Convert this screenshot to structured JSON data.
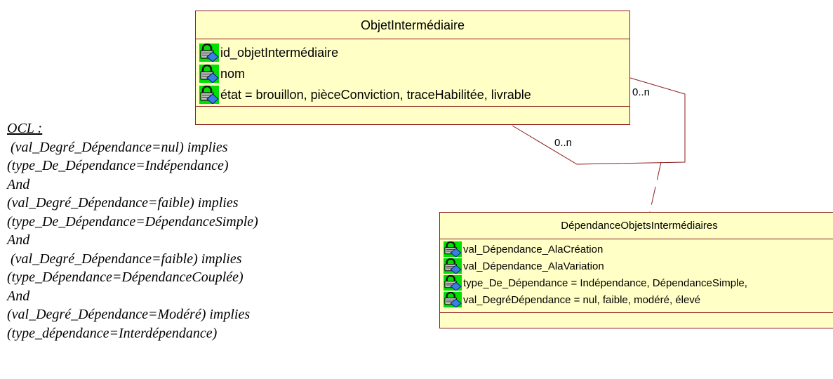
{
  "class_objet": {
    "name": "ObjetIntermédiaire",
    "attributes": [
      {
        "icon": "private-attribute-icon",
        "label": "id_objetIntermédiaire"
      },
      {
        "icon": "private-attribute-icon",
        "label": "nom"
      },
      {
        "icon": "private-attribute-icon",
        "label": "état = brouillon, pièceConviction, traceHabilitée, livrable"
      }
    ]
  },
  "class_dependance": {
    "name": "DépendanceObjetsIntermédiaires",
    "attributes": [
      {
        "icon": "private-attribute-icon",
        "label": "val_Dépendance_AlaCréation"
      },
      {
        "icon": "private-attribute-icon",
        "label": "val_Dépendance_AlaVariation"
      },
      {
        "icon": "private-attribute-icon",
        "label": "type_De_Dépendance = Indépendance, DépendanceSimple,"
      },
      {
        "icon": "private-attribute-icon",
        "label": "val_DegréDépendance = nul, faible, modéré, élevé"
      }
    ]
  },
  "association": {
    "multiplicity_right": "0..n",
    "multiplicity_bottom": "0..n"
  },
  "ocl": {
    "title": "OCL :",
    "lines": [
      " (val_Degré_Dépendance=nul) implies",
      "(type_De_Dépendance=Indépendance)",
      "And",
      "(val_Degré_Dépendance=faible) implies",
      "(type_De_Dépendance=DépendanceSimple)",
      "And",
      " (val_Degré_Dépendance=faible) implies",
      "(type_Dépendance=DépendanceCouplée)",
      "And",
      "(val_Degré_Dépendance=Modéré) implies",
      "(type_dépendance=Interdépendance)"
    ]
  },
  "colors": {
    "class_fill": "#ffffc6",
    "class_border": "#8b1a1a",
    "icon_background": "#00e000"
  }
}
